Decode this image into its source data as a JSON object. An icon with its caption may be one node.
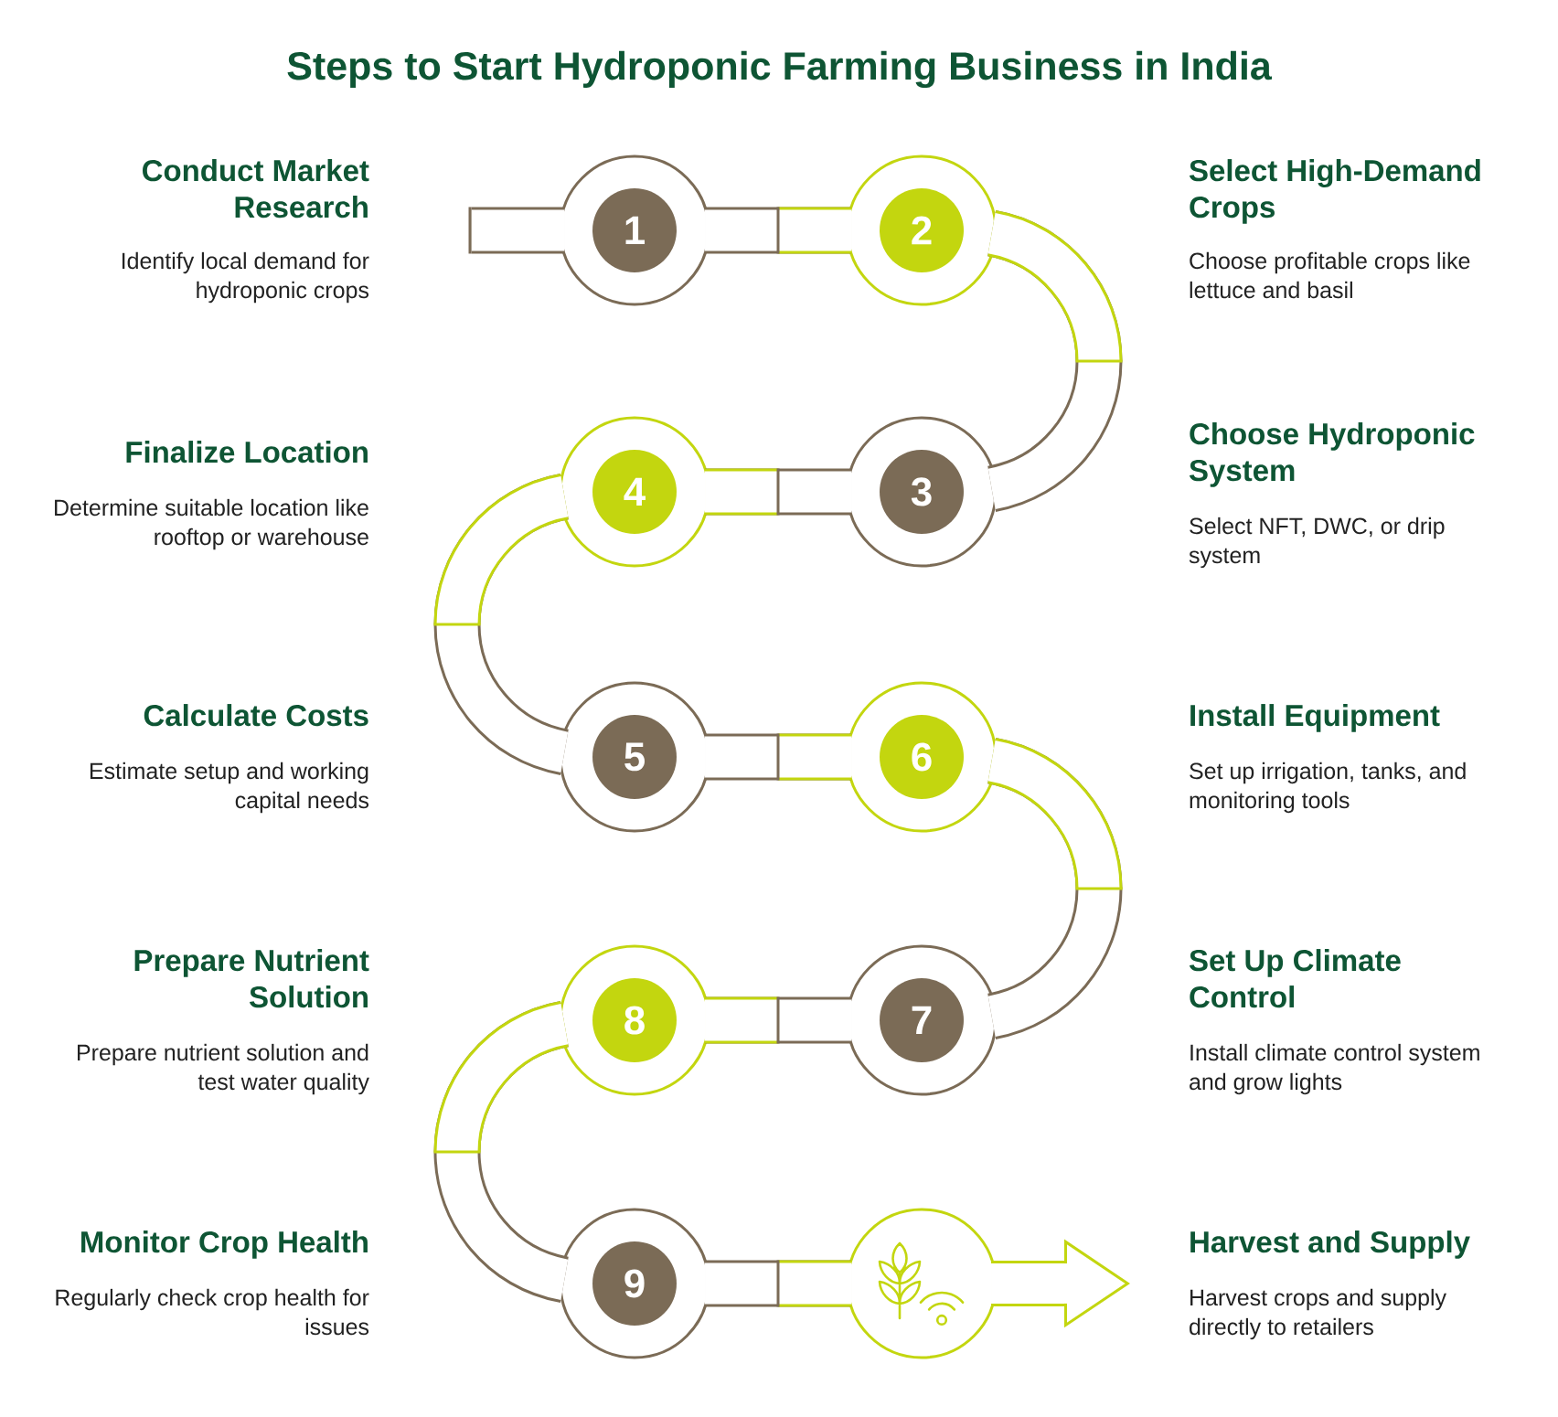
{
  "diagram": {
    "title": "Steps to Start Hydroponic Farming Business in India",
    "nodes": [
      {
        "text": [
          "1"
        ],
        "beside": [
          "Conduct Market Research",
          "Identify local demand for hydroponic crops"
        ]
      },
      {
        "text": [
          "2"
        ],
        "beside": [
          "Select High-Demand Crops",
          "Choose profitable crops like lettuce and basil"
        ]
      },
      {
        "text": [
          "3"
        ],
        "beside": [
          "Choose Hydroponic System",
          "Select NFT, DWC, or drip system"
        ]
      },
      {
        "text": [
          "4"
        ],
        "beside": [
          "Finalize Location",
          "Determine suitable location like rooftop or warehouse"
        ]
      },
      {
        "text": [
          "5"
        ],
        "beside": [
          "Calculate Costs",
          "Estimate setup and working capital needs"
        ]
      },
      {
        "text": [
          "6"
        ],
        "beside": [
          "Install Equipment",
          "Set up irrigation, tanks, and monitoring tools"
        ]
      },
      {
        "text": [
          "7"
        ],
        "beside": [
          "Set Up Climate Control",
          "Install climate control system and grow lights"
        ]
      },
      {
        "text": [
          "8"
        ],
        "beside": [
          "Prepare Nutrient Solution",
          "Prepare nutrient solution and test water quality"
        ]
      },
      {
        "text": [
          "9"
        ],
        "beside": [
          "Monitor Crop Health",
          "Regularly check crop health for issues"
        ]
      },
      {
        "text": [],
        "shape": "circle",
        "beside": [
          "Harvest and Supply",
          "Harvest crops and supply directly to retailers"
        ]
      }
    ],
    "edges": [
      {
        "from": 0,
        "to": 1,
        "arrow": "none"
      },
      {
        "from": 1,
        "to": 2,
        "arrow": "none"
      },
      {
        "from": 2,
        "to": 3,
        "arrow": "none"
      },
      {
        "from": 3,
        "to": 4,
        "arrow": "none"
      },
      {
        "from": 4,
        "to": 5,
        "arrow": "none"
      },
      {
        "from": 5,
        "to": 6,
        "arrow": "none"
      },
      {
        "from": 6,
        "to": 7,
        "arrow": "none"
      },
      {
        "from": 7,
        "to": 8,
        "arrow": "none"
      },
      {
        "from": 8,
        "to": 9,
        "arrow": "none"
      },
      {
        "from": 9,
        "to": null,
        "arrow": "to",
        "color": "#c3d60f"
      }
    ]
  }
}
